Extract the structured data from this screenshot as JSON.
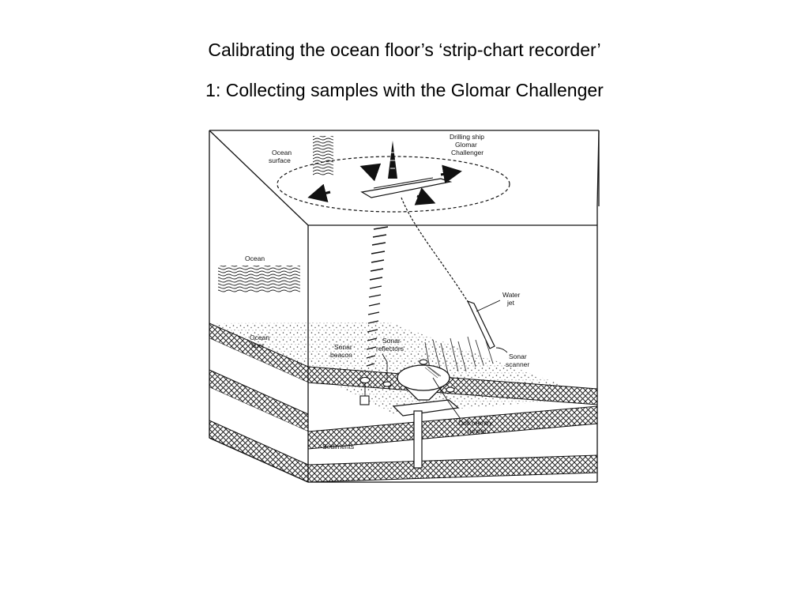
{
  "titles": {
    "line1": "Calibrating the ocean floor’s ‘strip-chart recorder’",
    "line2": "1: Collecting samples with the Glomar Challenger"
  },
  "labels": {
    "ocean_surface_1": "Ocean",
    "ocean_surface_2": "surface",
    "ship_1": "Drilling ship",
    "ship_2": "Glomar",
    "ship_3": "Challenger",
    "ocean": "Ocean",
    "water_jet_1": "Water",
    "water_jet_2": "jet",
    "ocean_floor_1": "Ocean",
    "ocean_floor_2": "floor",
    "sonar_beacon_1": "Sonar",
    "sonar_beacon_2": "beacon",
    "sonar_reflectors_1": "Sonar",
    "sonar_reflectors_2": "reflectors",
    "sonar_scanner_1": "Sonar",
    "sonar_scanner_2": "scanner",
    "drill_funnel_1": "Drill  reentry",
    "drill_funnel_2": "funnel",
    "sediments": "Sediments"
  },
  "colors": {
    "ink": "#111111",
    "background": "#ffffff"
  }
}
